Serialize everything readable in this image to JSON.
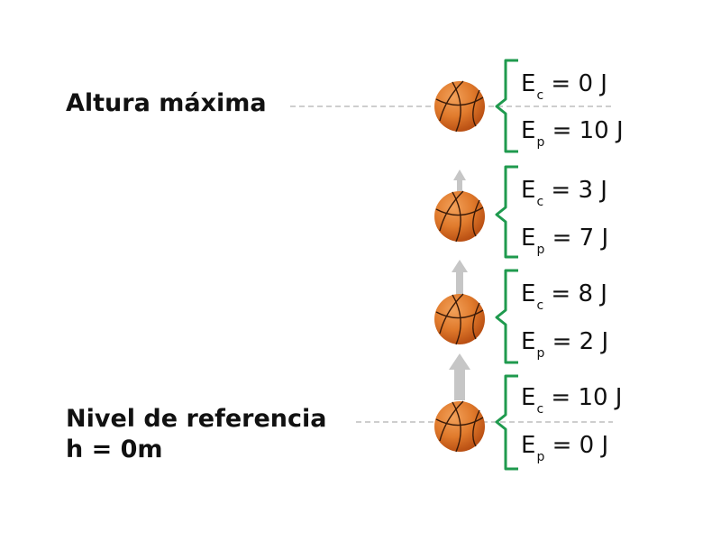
{
  "labels": {
    "max_height": "Altura máxima",
    "reference_line1": "Nivel de referencia",
    "reference_line2": "h = 0m"
  },
  "levels": [
    {
      "ec_symbol": "E",
      "ec_sub": "c",
      "ec_value": "= 0 J",
      "ep_symbol": "E",
      "ep_sub": "p",
      "ep_value": "= 10 J"
    },
    {
      "ec_symbol": "E",
      "ec_sub": "c",
      "ec_value": "= 3 J",
      "ep_symbol": "E",
      "ep_sub": "p",
      "ep_value": "= 7 J"
    },
    {
      "ec_symbol": "E",
      "ec_sub": "c",
      "ec_value": "= 8 J",
      "ep_symbol": "E",
      "ep_sub": "p",
      "ep_value": "= 2 J"
    },
    {
      "ec_symbol": "E",
      "ec_sub": "c",
      "ec_value": "= 10 J",
      "ep_symbol": "E",
      "ep_sub": "p",
      "ep_value": "= 0 J"
    }
  ],
  "colors": {
    "ball": "#e07a2c",
    "ball_dark": "#b84e12",
    "ball_seam": "#3a1a08",
    "brace": "#1f9a4e",
    "arrow": "#c6c6c6",
    "dashed_line": "#bdbdbd",
    "text": "#111111"
  },
  "icons": {
    "ball": "basketball-icon",
    "arrow": "arrow-up-icon",
    "brace": "curly-brace-icon"
  }
}
